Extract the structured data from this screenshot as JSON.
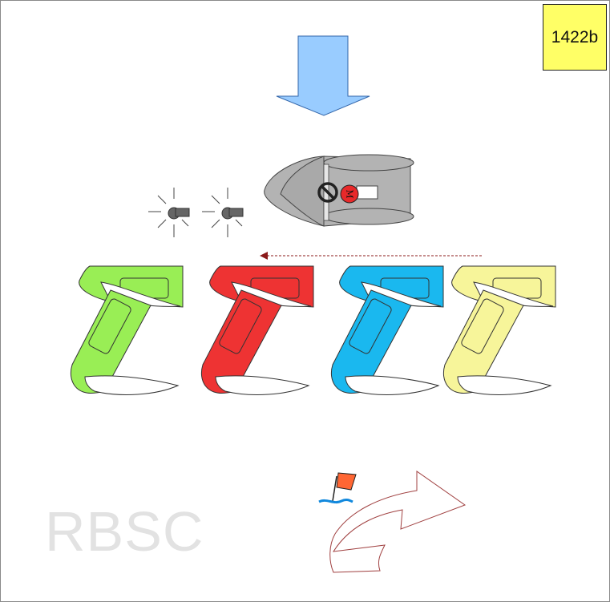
{
  "diagram": {
    "scenario_id": "1422b",
    "watermark": "RBSC",
    "committee_boat_mark": "M",
    "colors": {
      "wind_arrow": "#99ccff",
      "committee_boat": "#b3b3b3",
      "m_disc": "#e8292a",
      "boat_green": "#99ee55",
      "boat_red": "#ee3333",
      "boat_blue": "#1ab8ef",
      "boat_yellow": "#f7f59a",
      "track_arrow": "#8b1a1a",
      "flag": "#ff6633",
      "water": "#1188dd",
      "course_arrow": "#a04040",
      "label_bg": "#ffff66"
    }
  }
}
